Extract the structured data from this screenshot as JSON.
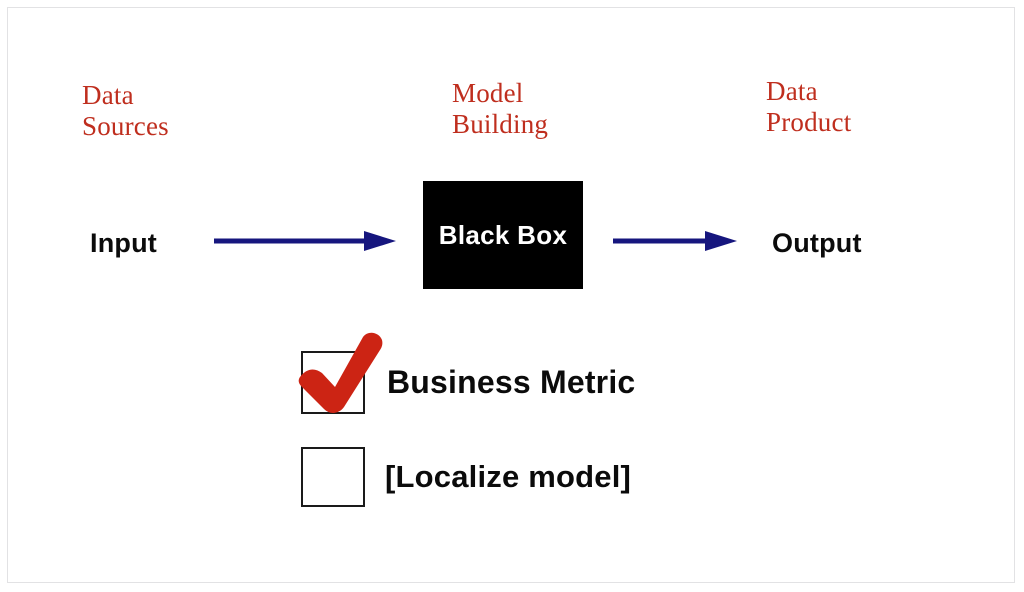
{
  "slide": {
    "background_color": "#ffffff",
    "border_color": "#e2e2e4",
    "accent_red": "#bf2e1e",
    "check_red": "#cc2414",
    "arrow_navy": "#16167e",
    "box_black": "#000000"
  },
  "stages": [
    {
      "id": "data-sources",
      "label": "Data\nSources"
    },
    {
      "id": "model-building",
      "label": "Model\nBuilding"
    },
    {
      "id": "data-product",
      "label": "Data\nProduct"
    }
  ],
  "pipeline": {
    "input_label": "Input",
    "box_label": "Black Box",
    "output_label": "Output",
    "arrow_left_name": "arrow-right-icon",
    "arrow_right_name": "arrow-right-icon"
  },
  "checklist": [
    {
      "id": "business-metric",
      "label": "Business Metric",
      "checked": true
    },
    {
      "id": "localize-model",
      "label": "[Localize model]",
      "checked": false
    }
  ]
}
